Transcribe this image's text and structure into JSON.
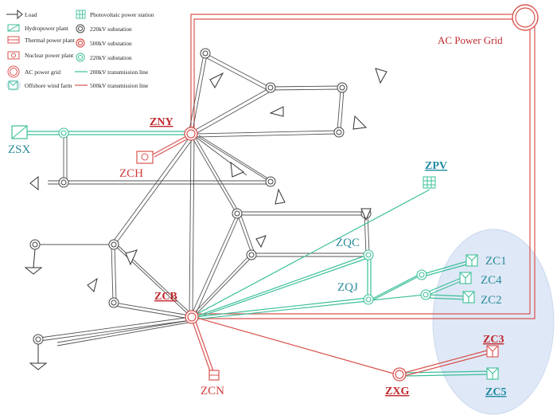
{
  "legend": {
    "col1": [
      "Load",
      "Hydropower plant",
      "Thermal power plant",
      "Nuclear power plant",
      "AC power grid",
      "Offshore wind farm"
    ],
    "col2": [
      "Photovoltaic power station",
      "220kV substation",
      "500kV substation",
      "220kV substation",
      "200kV transmission line",
      "500kV transmission line"
    ]
  },
  "labels": {
    "ac_grid": "AC Power Grid",
    "zny": "ZNY",
    "zsx": "ZSX",
    "zch": "ZCH",
    "zpv": "ZPV",
    "zqc": "ZQC",
    "zqj": "ZQJ",
    "zcb": "ZCB",
    "zcn": "ZCN",
    "zxg": "ZXG",
    "zc1": "ZC1",
    "zc4": "ZC4",
    "zc2": "ZC2",
    "zc3": "ZC3",
    "zc5": "ZC5"
  },
  "colors": {
    "line_500kv": "#d9534f",
    "line_220kv": "#3cbf9a",
    "line_gray": "#555555",
    "wind_zone": "#dfe8f6"
  }
}
